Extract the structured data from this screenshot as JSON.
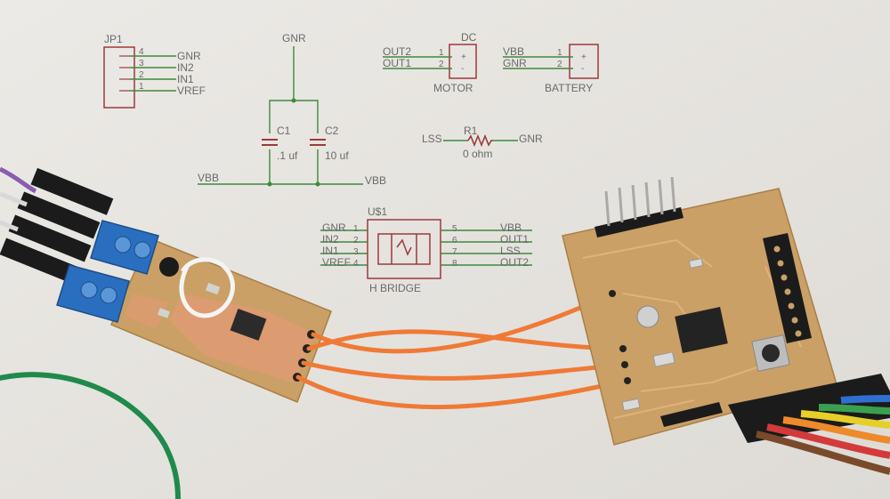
{
  "jp1": {
    "title": "JP1",
    "pins": [
      {
        "num": "4",
        "net": "GNR"
      },
      {
        "num": "3",
        "net": "IN2"
      },
      {
        "num": "2",
        "net": "IN1"
      },
      {
        "num": "1",
        "net": "VREF"
      }
    ]
  },
  "caps": {
    "top_net": "GNR",
    "bottom_left_net": "VBB",
    "bottom_right_net": "VBB",
    "c1": {
      "name": "C1",
      "value": ".1 uf"
    },
    "c2": {
      "name": "C2",
      "value": "10 uf"
    }
  },
  "motor": {
    "title": "DC",
    "caption": "MOTOR",
    "pins": [
      {
        "num": "1",
        "net": "OUT2",
        "sign": "+"
      },
      {
        "num": "2",
        "net": "OUT1",
        "sign": "-"
      }
    ]
  },
  "battery": {
    "caption": "BATTERY",
    "pins": [
      {
        "num": "1",
        "net": "VBB",
        "sign": "+"
      },
      {
        "num": "2",
        "net": "GNR",
        "sign": "-"
      }
    ]
  },
  "resistor": {
    "name": "R1",
    "value": "0 ohm",
    "left_net": "LSS",
    "right_net": "GNR"
  },
  "hbridge": {
    "ref": "U$1",
    "caption": "H BRIDGE",
    "left_pins": [
      {
        "num": "1",
        "net": "GNR"
      },
      {
        "num": "2",
        "net": "IN2"
      },
      {
        "num": "3",
        "net": "IN1"
      },
      {
        "num": "4",
        "net": "VREF"
      }
    ],
    "right_pins": [
      {
        "num": "5",
        "net": "VBB"
      },
      {
        "num": "6",
        "net": "OUT1"
      },
      {
        "num": "7",
        "net": "LSS"
      },
      {
        "num": "8",
        "net": "OUT2"
      }
    ]
  },
  "colors": {
    "schematic_red": "#9b3a3a",
    "schematic_green": "#3d8a3d",
    "label_grey": "#6a6a6a",
    "background": "#e9e7e3",
    "pcb": "#caa066",
    "copper": "#e29a74",
    "wire_orange": "#ef7a36",
    "terminal_blue": "#2a6fbf"
  }
}
